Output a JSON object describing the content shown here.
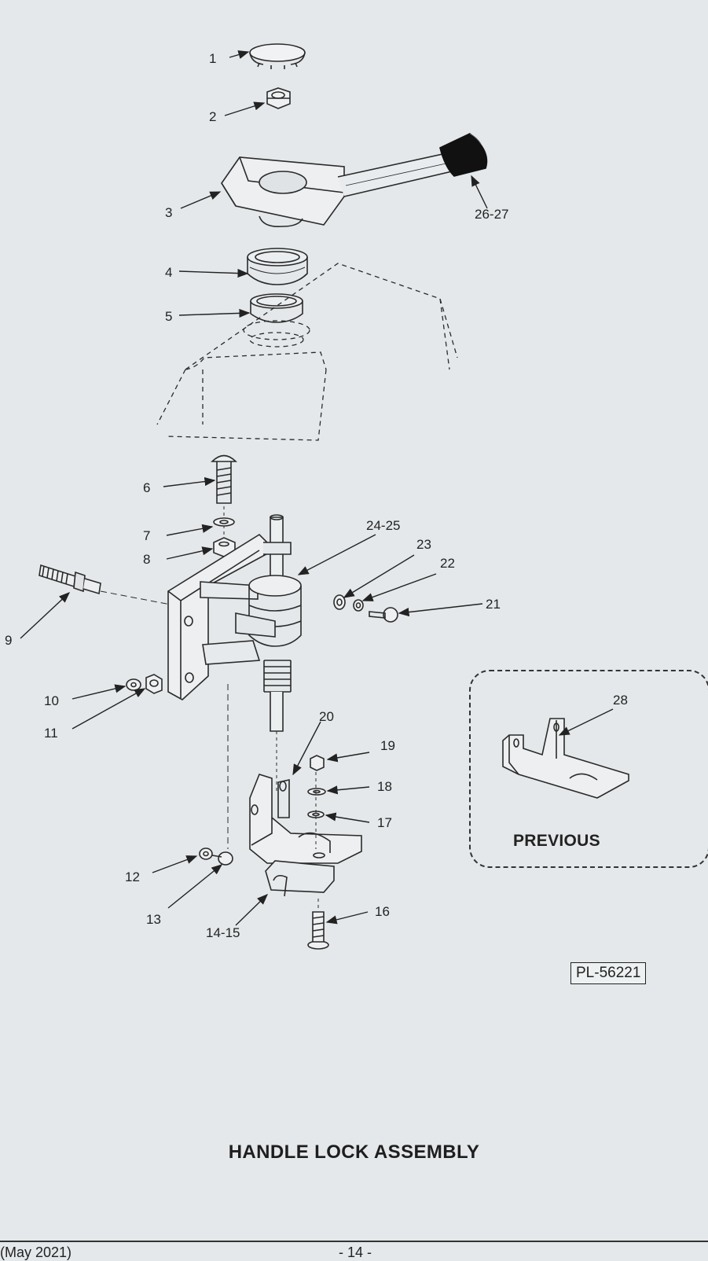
{
  "diagram": {
    "title": "HANDLE  LOCK ASSEMBLY",
    "plate_number": "PL-56221",
    "inset_label": "PREVIOUS",
    "callouts": {
      "c1": "1",
      "c2": "2",
      "c3": "3",
      "c4": "4",
      "c5": "5",
      "c6": "6",
      "c7": "7",
      "c8": "8",
      "c9": "9",
      "c10": "10",
      "c11": "11",
      "c12": "12",
      "c13": "13",
      "c14_15": "14-15",
      "c16": "16",
      "c17": "17",
      "c18": "18",
      "c19": "19",
      "c20": "20",
      "c21": "21",
      "c22": "22",
      "c23": "23",
      "c24_25": "24-25",
      "c26_27": "26-27",
      "c28": "28"
    }
  },
  "footer": {
    "date": "(May 2021)",
    "page": "- 14 -"
  }
}
